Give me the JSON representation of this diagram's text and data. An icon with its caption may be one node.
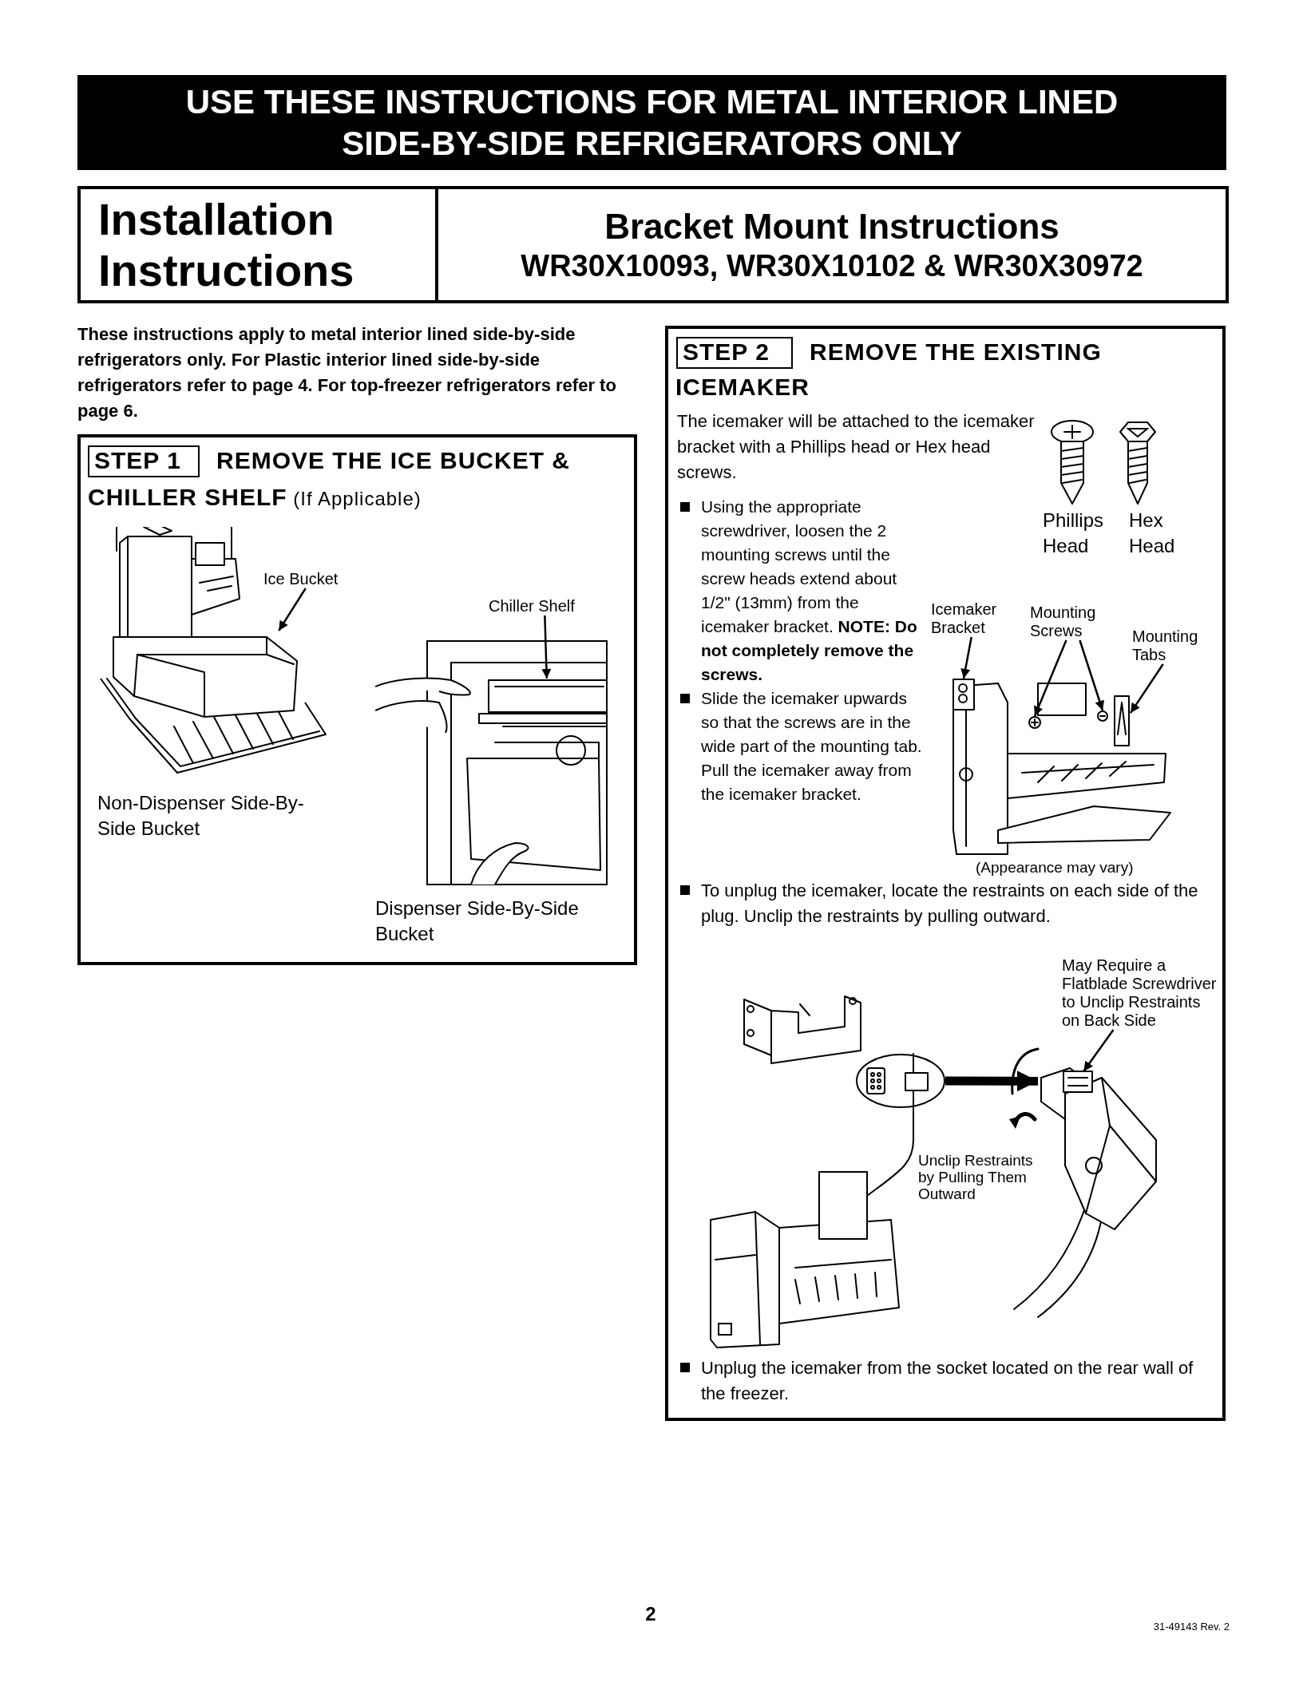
{
  "diagram": {
    "title": "USE THESE INSTRUCTIONS FOR METAL INTERIOR LINED SIDE-BY-SIDE REFRIGERATORS ONLY",
    "nodes": [
      {
        "text": [
          "Installation Instructions"
        ]
      },
      {
        "text": [
          "Bracket Mount Instructions",
          "WR30X10093, WR30X10102 & WR30X30972"
        ]
      },
      {
        "text": [
          "**REMOVE THE ICE BUCKET & CHILLER SHELF** (If Applicable)"
        ]
      },
      {
        "text": [
          "STEP 1"
        ],
        "in": 2
      },
      {
        "text": [
          "Ice Bucket"
        ],
        "in": 2
      },
      {
        "text": [],
        "shape": "picture",
        "in": 2
      },
      {
        "text": [
          "Chiller Shelf"
        ],
        "in": 2
      },
      {
        "text": [],
        "shape": "picture",
        "in": 2
      },
      {
        "text": [
          "REMOVE THE EXISTING ICEMAKER"
        ]
      },
      {
        "text": [
          "STEP 2"
        ],
        "in": 8
      },
      {
        "text": [
          "Icemaker Bracket"
        ],
        "in": 8
      },
      {
        "text": [],
        "shape": "picture",
        "in": 8
      },
      {
        "text": [
          "Mounting Screws"
        ],
        "in": 8
      },
      {
        "text": [],
        "shape": "picture",
        "in": 8
      },
      {
        "text": [],
        "shape": "picture",
        "in": 8
      },
      {
        "text": [
          "Mounting Tabs"
        ],
        "in": 8
      },
      {
        "text": [],
        "shape": "picture",
        "in": 8
      },
      {
        "text": [],
        "shape": "picture",
        "in": 8
      },
      {
        "text": [],
        "shape": "picture",
        "in": 8
      },
      {
        "text": [],
        "shape": "picture",
        "in": 18
      },
      {
        "text": [
          "May Require a Flatblade Screwdriver to Unclip Restraints on Back Side"
        ],
        "in": 8
      }
    ],
    "edges": [
      {
        "from": 4,
        "to": 5,
        "arrow": "to"
      },
      {
        "from": 6,
        "to": 7,
        "arrow": "to"
      },
      {
        "from": 10,
        "to": 11,
        "arrow": "to"
      },
      {
        "from": 12,
        "to": 13,
        "arrow": "to"
      },
      {
        "from": 12,
        "to": 14,
        "arrow": "to"
      },
      {
        "from": 15,
        "to": 16,
        "arrow": "to"
      },
      {
        "from": 17,
        "to": 18,
        "arrow": "to",
        "style": "thick"
      },
      {
        "from": 20,
        "to": 19,
        "arrow": "to"
      }
    ],
    "labels": [
      "These instructions apply to metal interior lined side-by-side refrigerators only. For Plastic interior lined side-by-side refrigerators refer to page 4. For top-freezer refrigerators refer to page 6.",
      "Non-Dispenser Side-By-Side Bucket",
      "Dispenser Side-By-Side Bucket",
      "The icemaker will be attached to the icemaker bracket with a Phillips head or Hex head screws.",
      "Phillips Head",
      "Hex Head",
      "Using the appropriate screwdriver, loosen the 2 mounting screws until the screw heads extend about 1/2\" (13mm) from the icemaker bracket. **NOTE: Do not completely remove the screws.**",
      "Slide the icemaker upwards so that the screws are in the wide part of the mounting tab. Pull the icemaker away from the icemaker bracket.",
      "(Appearance may vary)",
      "To unplug the icemaker, locate the restraints on each side of the plug. Unclip the restraints by pulling outward.",
      "Unclip Restraints by Pulling Them Outward",
      "Unplug the icemaker from the socket located on the rear wall of the freezer.",
      "2",
      "31-49143 Rev. 2"
    ]
  }
}
